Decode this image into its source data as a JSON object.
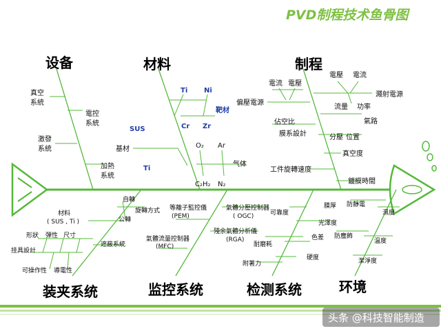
{
  "title": "PVD制程技术鱼骨图",
  "watermark": "头条 @科技智能制造",
  "colors": {
    "accent": "#7ec043",
    "line": "#55b83a",
    "blue": "#1f3ea8"
  },
  "categories": {
    "equipment": "设备",
    "material": "材料",
    "process": "制程",
    "fixture": "装夹系统",
    "monitor": "监控系统",
    "inspection": "检测系统",
    "environment": "环境"
  },
  "equipment": {
    "vacuum_1": "真空",
    "vacuum_2": "系統",
    "electric_1": "電控",
    "electric_2": "系統",
    "excite_1": "激發",
    "excite_2": "系統",
    "heat_1": "加熱",
    "heat_2": "系統"
  },
  "material": {
    "ti_top": "Ti",
    "ni": "Ni",
    "cr": "Cr",
    "zr": "Zr",
    "target": "靶材",
    "sus": "SUS",
    "substrate": "基材",
    "ti_bottom": "Ti",
    "o2": "O₂",
    "ar": "Ar",
    "gas": "气体",
    "c2h2": "C₂H₂",
    "n2": "N₂"
  },
  "process": {
    "current_a": "電流",
    "voltage_a": "電壓",
    "voltage_b": "電壓",
    "current_b": "電流",
    "bias_power": "偏壓電源",
    "sputter_power": "濺射電源",
    "duty_ratio": "佔空比",
    "flow": "流量",
    "power": "功率",
    "gas_path": "氣路",
    "film_design": "膜系設計",
    "partial_pressure": "分壓",
    "position": "位置",
    "vacuum_degree": "真空度",
    "rotation_speed": "工件旋轉速度",
    "coating_time": "鍍膜時間"
  },
  "fixture": {
    "material_1": "材料",
    "material_2": "( SUS , Ti )",
    "shape": "形狀",
    "elasticity": "彈性",
    "size": "尺寸",
    "hanger_design": "挂具設計",
    "operability": "可操作性",
    "conductivity": "導電性",
    "shielding": "遮蔽系統",
    "self_rotation": "自轉",
    "revolution": "公轉",
    "rotation_mode": "旋轉方式"
  },
  "monitor": {
    "pem_1": "等離子監控儀",
    "pem_2": "(PEM)",
    "mfc_1": "氣體流量控制器",
    "mfc_2": "(MFC)",
    "ogc_1": "氣體分壓控制器",
    "ogc_2": "( OGC)",
    "rga_1": "殘余氣體分析儀",
    "rga_2": "(RGA)"
  },
  "inspection": {
    "reliability": "可靠度",
    "abrasion": "耐磨耗",
    "adhesion": "附著力",
    "thickness": "膜厚",
    "gloss": "光澤度",
    "color_diff": "色差",
    "hardness": "硬度"
  },
  "environment": {
    "anti_static": "防靜電",
    "humidity": "濕度",
    "dust_proof": "防塵飾",
    "temperature": "溫度",
    "cleanliness": "潔淨度"
  }
}
